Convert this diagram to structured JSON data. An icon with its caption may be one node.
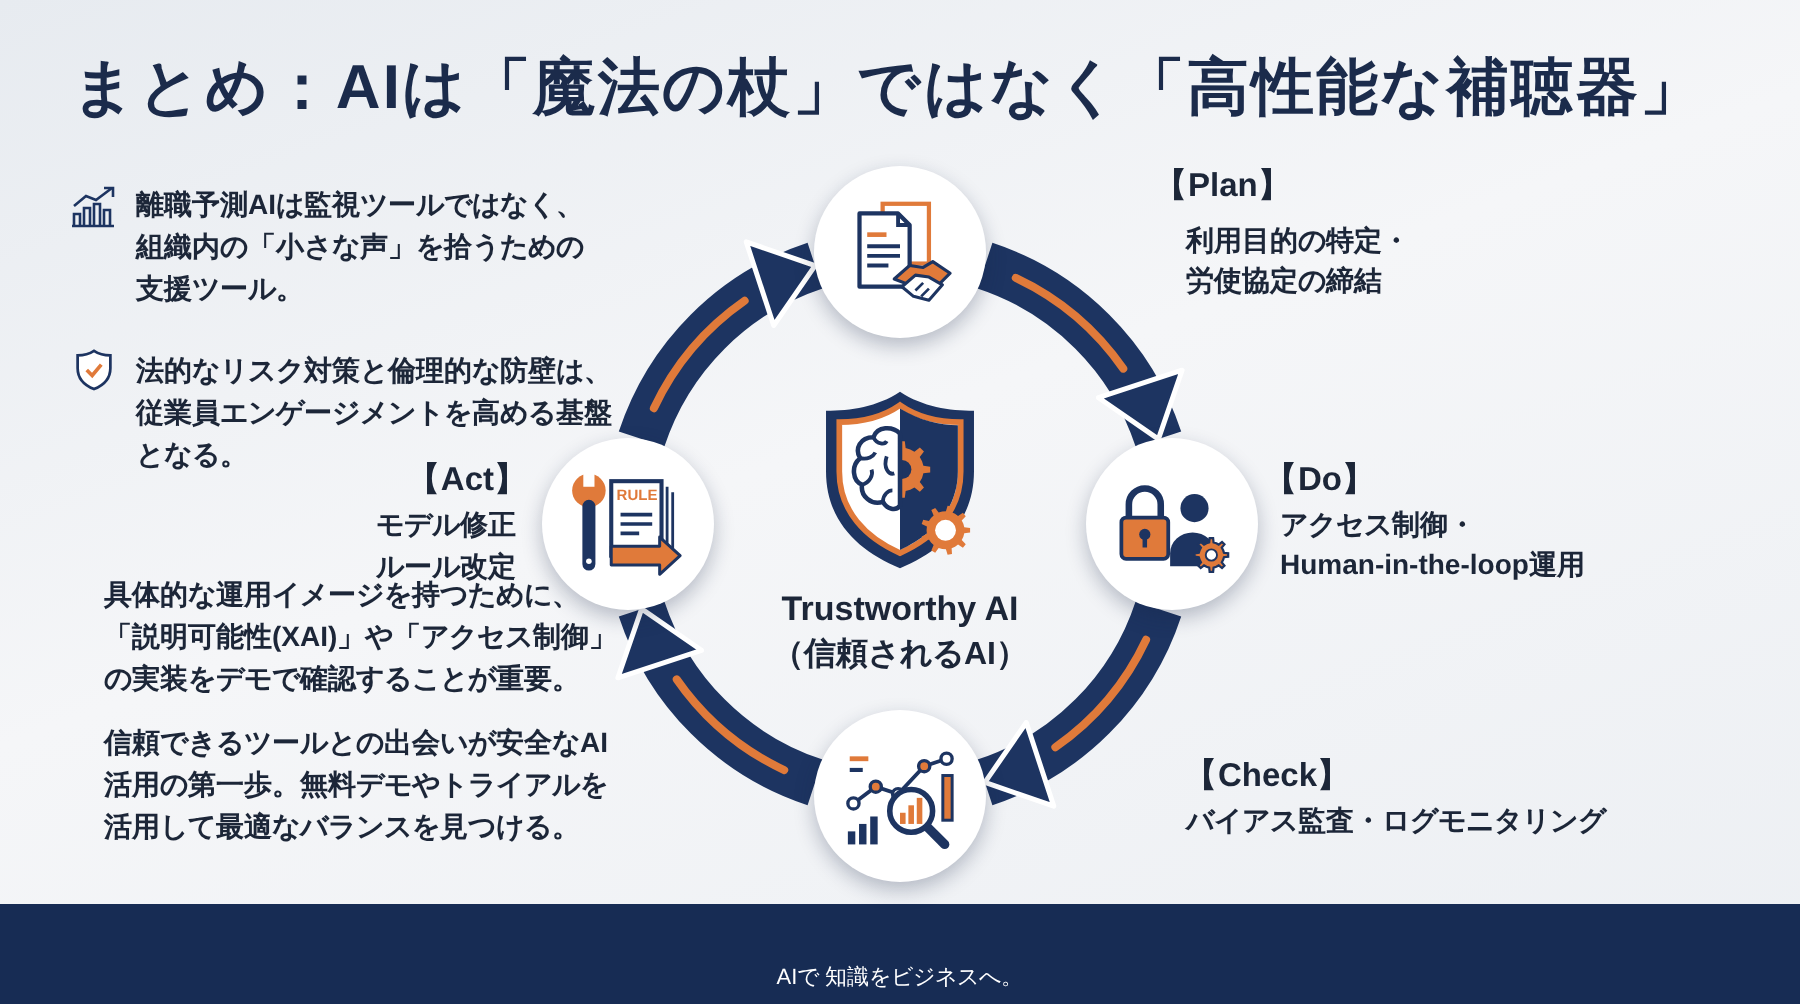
{
  "diagram": {
    "title": "まとめ：AIは「魔法の杖」ではなく「高性能な補聴器」",
    "nodes": [
      {
        "text": [],
        "shape": "circle",
        "beside": [
          "【Plan】",
          "利用目的の特定・労使協定の締結"
        ]
      },
      {
        "text": [],
        "shape": "circle",
        "beside": [
          "【Do】",
          "アクセス制御・Human-in-the-loop運用"
        ]
      },
      {
        "text": [],
        "shape": "circle",
        "beside": [
          "【Check】",
          "バイアス監査・ログモニタリング"
        ]
      },
      {
        "text": [],
        "shape": "circle",
        "beside": [
          "【Act】",
          "モデル修正",
          "ルール改定"
        ]
      }
    ],
    "edges": [
      {
        "from": 0,
        "to": 1,
        "arrow": "to"
      },
      {
        "from": 1,
        "to": 2,
        "arrow": "to"
      },
      {
        "from": 2,
        "to": 3,
        "arrow": "to"
      },
      {
        "from": 3,
        "to": 0,
        "arrow": "to"
      }
    ],
    "labels": [
      "離職予測AIは監視ツールではなく、組織内の「小さな声」を拾うための支援ツール。",
      "法的なリスク対策と倫理的な防壁は、従業員エンゲージメントを高める基盤となる。",
      "RULE",
      "具体的な運用イメージを持つために、「説明可能性(XAI)」や「アクセス制御」の実装をデモで確認することが重要。",
      "Trustworthy AI",
      "（信頼されるAI）",
      "信頼できるツールとの出会いが安全なAI活用の第一歩。無料デモやトライアルを活用して最適なバランスを見つける。",
      "AIで 知識をビジネスへ。"
    ]
  }
}
